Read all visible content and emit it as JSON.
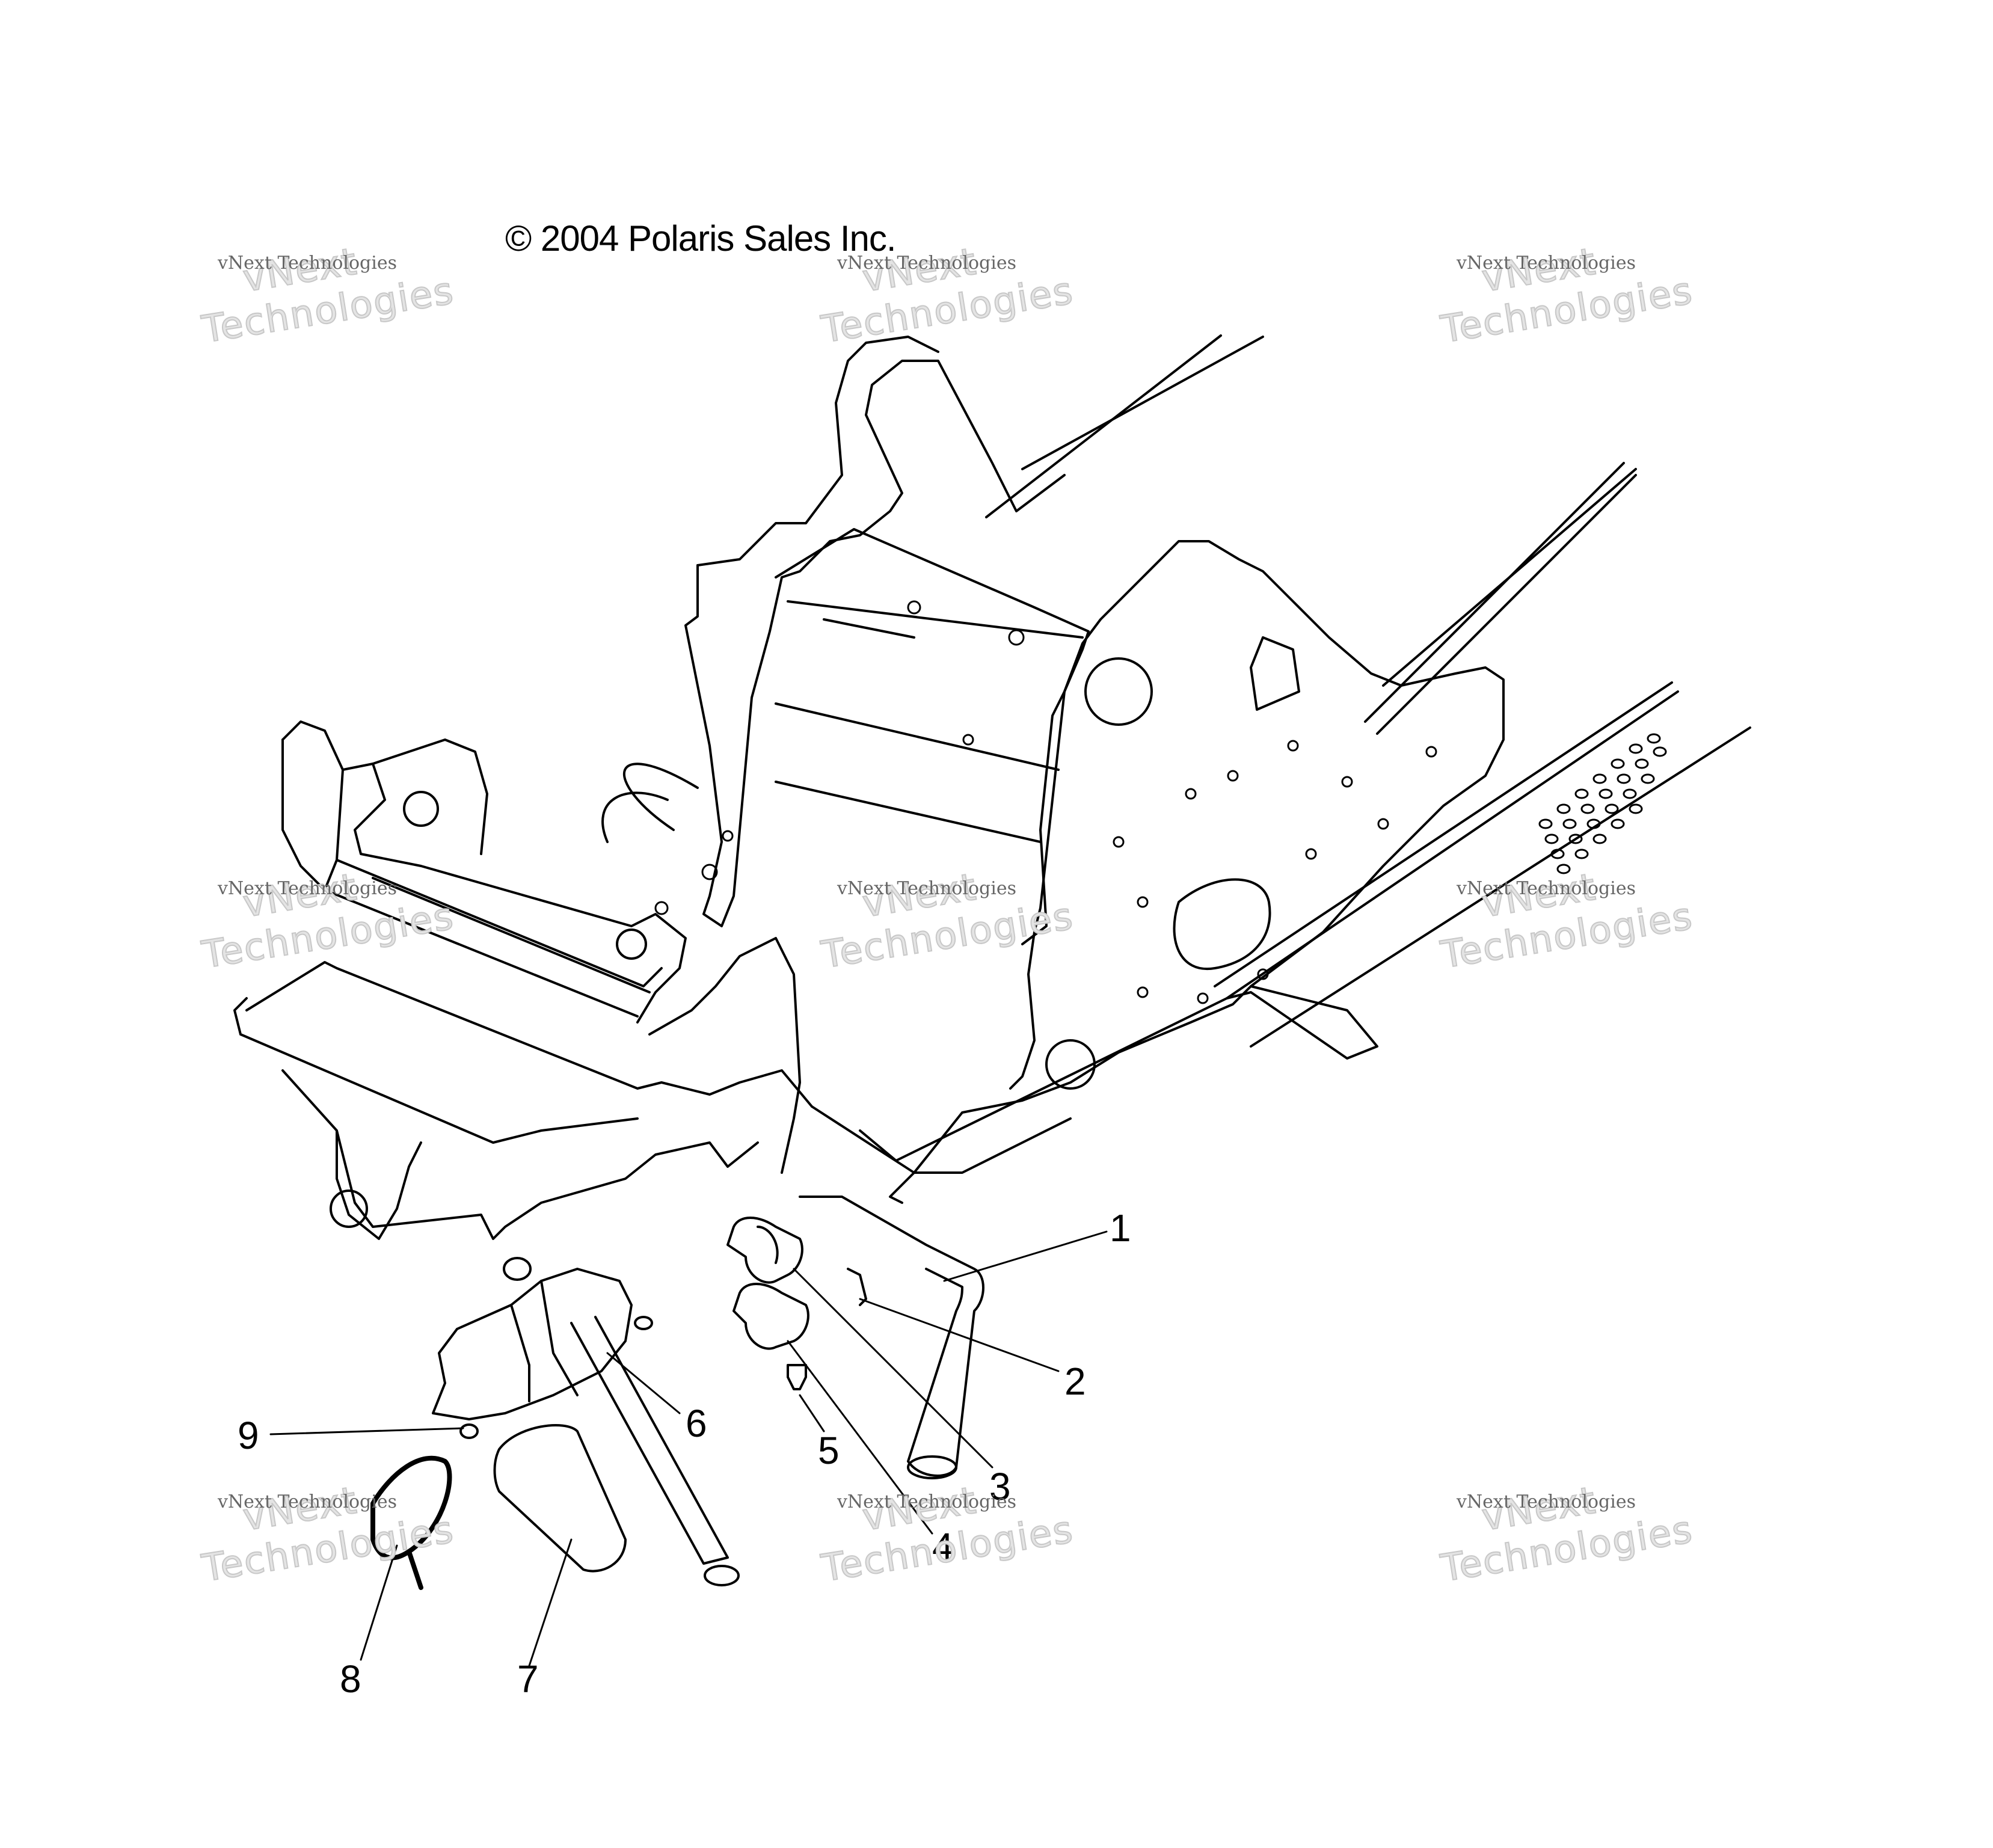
{
  "copyright": "© 2004 Polaris Sales Inc.",
  "watermark": {
    "line1": "vNext",
    "line2": "Technologies",
    "small": "vNext Technologies"
  },
  "callouts": [
    {
      "id": "1",
      "label": "1"
    },
    {
      "id": "2",
      "label": "2"
    },
    {
      "id": "3",
      "label": "3"
    },
    {
      "id": "4",
      "label": "4"
    },
    {
      "id": "5",
      "label": "5"
    },
    {
      "id": "6",
      "label": "6"
    },
    {
      "id": "7",
      "label": "7"
    },
    {
      "id": "8",
      "label": "8"
    },
    {
      "id": "9",
      "label": "9"
    }
  ],
  "colors": {
    "line": "#000000",
    "background": "#ffffff",
    "watermark": "#cfcfcf"
  }
}
